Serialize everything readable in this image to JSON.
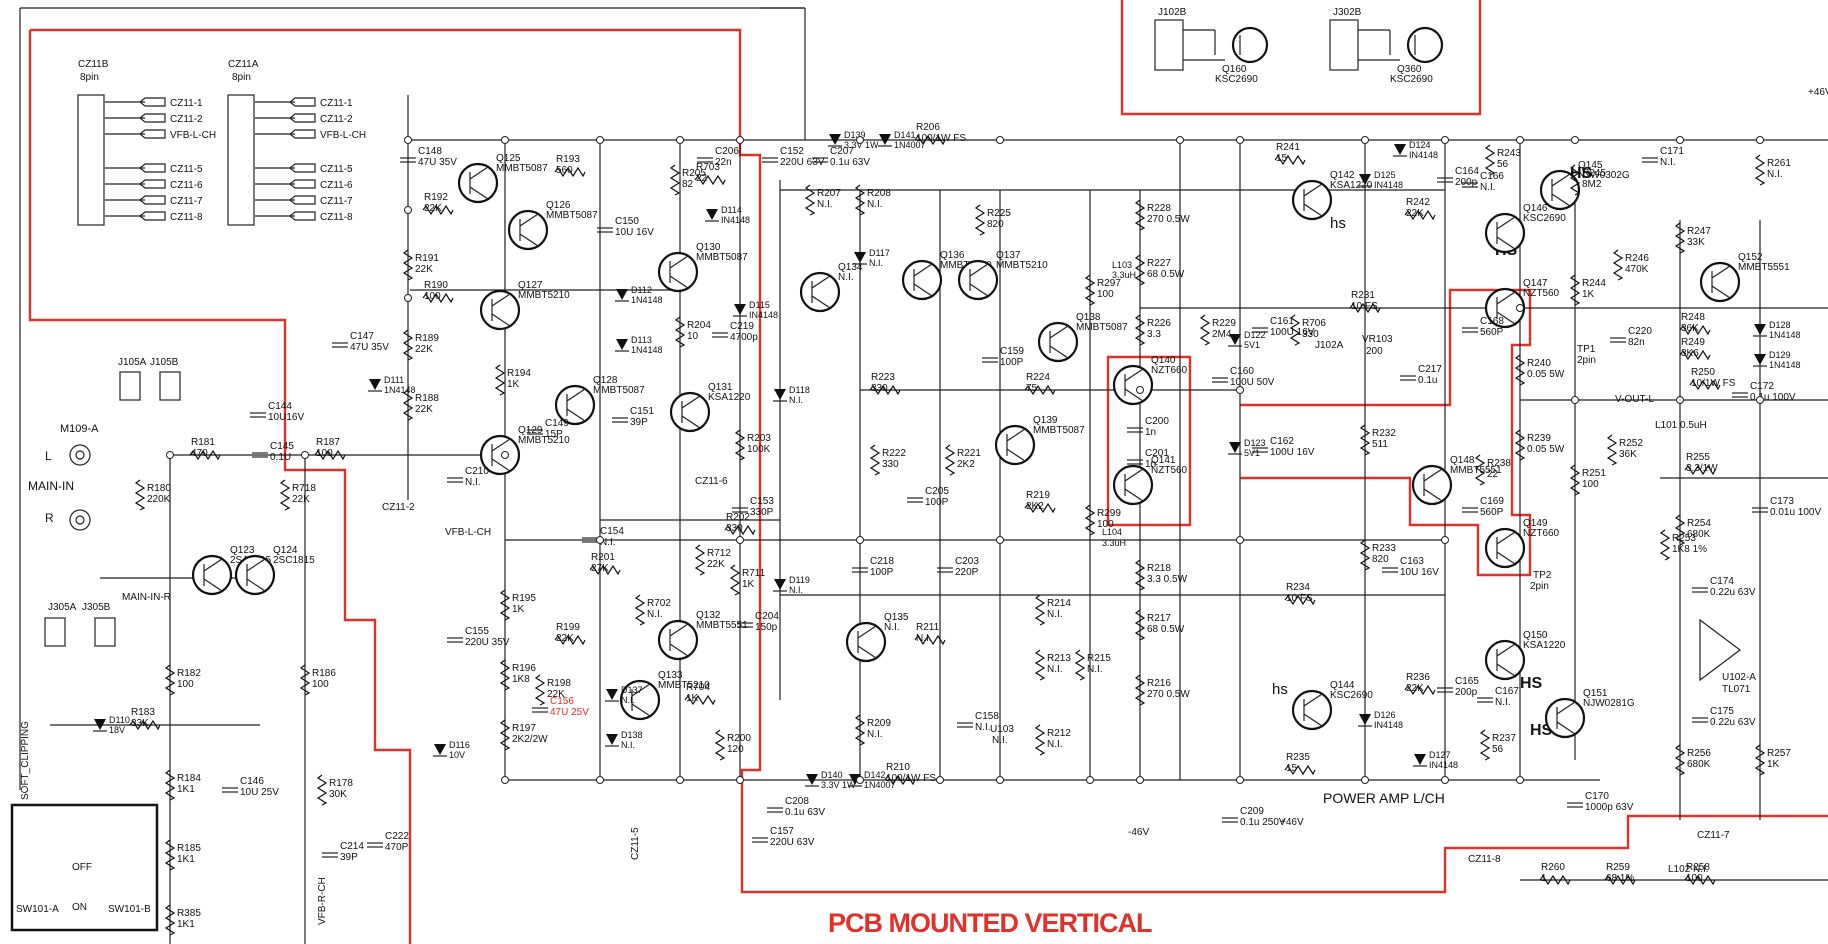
{
  "title": "PCB MOUNTED VERTICAL",
  "section_label": "POWER AMP L/CH",
  "rails": {
    "pos": "+46V",
    "neg": "-46V"
  },
  "colors": {
    "wire": "#222222",
    "highlight": "#e0322b",
    "background": "#ffffff"
  },
  "connectors": {
    "cz11b": {
      "name": "CZ11B",
      "pins": "8pin",
      "nets": [
        "CZ11-1",
        "CZ11-2",
        "VFB-L-CH",
        "CZ11-5",
        "CZ11-6",
        "CZ11-7",
        "CZ11-8"
      ]
    },
    "cz11a": {
      "name": "CZ11A",
      "pins": "8pin",
      "nets": [
        "CZ11-1",
        "CZ11-2",
        "VFB-L-CH",
        "CZ11-5",
        "CZ11-6",
        "CZ11-7",
        "CZ11-8"
      ]
    },
    "j102b": {
      "name": "J102B",
      "transistor": "Q160",
      "part": "KSC2690"
    },
    "j302b": {
      "name": "J302B",
      "transistor": "Q360",
      "part": "KSC2690"
    }
  },
  "transistors": [
    {
      "ref": "Q125",
      "part": "MMBT5087"
    },
    {
      "ref": "Q126",
      "part": "MMBT5087"
    },
    {
      "ref": "Q127",
      "part": "MMBT5210"
    },
    {
      "ref": "Q128",
      "part": "MMBT5087"
    },
    {
      "ref": "Q129",
      "part": "MMBT5210"
    },
    {
      "ref": "Q130",
      "part": "MMBT5087"
    },
    {
      "ref": "Q131",
      "part": "KSA1220"
    },
    {
      "ref": "Q132",
      "part": "MMBT5551"
    },
    {
      "ref": "Q133",
      "part": "MMBT5210"
    },
    {
      "ref": "Q134",
      "part": "N.I."
    },
    {
      "ref": "Q135",
      "part": "N.I."
    },
    {
      "ref": "Q136",
      "part": "MMBT5210"
    },
    {
      "ref": "Q137",
      "part": "MMBT5210"
    },
    {
      "ref": "Q138",
      "part": "MMBT5087"
    },
    {
      "ref": "Q139",
      "part": "MMBT5087"
    },
    {
      "ref": "Q140",
      "part": "NZT660"
    },
    {
      "ref": "Q141",
      "part": "NZT560"
    },
    {
      "ref": "Q142",
      "part": "KSA1220"
    },
    {
      "ref": "Q144",
      "part": "KSC2690"
    },
    {
      "ref": "Q145",
      "part": "NJW0302G"
    },
    {
      "ref": "Q146",
      "part": "KSC2690"
    },
    {
      "ref": "Q147",
      "part": "NZT560"
    },
    {
      "ref": "Q148",
      "part": "MMBT5551"
    },
    {
      "ref": "Q149",
      "part": "NZT660"
    },
    {
      "ref": "Q150",
      "part": "KSA1220"
    },
    {
      "ref": "Q151",
      "part": "NJW0281G"
    },
    {
      "ref": "Q152",
      "part": "MMBT5551"
    },
    {
      "ref": "Q123",
      "part": "2SA1015"
    },
    {
      "ref": "Q124",
      "part": "2SC1815"
    }
  ],
  "resistors": [
    {
      "ref": "R193",
      "value": "560"
    },
    {
      "ref": "R192",
      "value": "22K"
    },
    {
      "ref": "R191",
      "value": "22K"
    },
    {
      "ref": "R190",
      "value": "100"
    },
    {
      "ref": "R189",
      "value": "22K"
    },
    {
      "ref": "R188",
      "value": "22K"
    },
    {
      "ref": "R194",
      "value": "1K"
    },
    {
      "ref": "R181",
      "value": "470"
    },
    {
      "ref": "R180",
      "value": "220K"
    },
    {
      "ref": "R187",
      "value": "100"
    },
    {
      "ref": "R718",
      "value": "22K"
    },
    {
      "ref": "R205",
      "value": "82"
    },
    {
      "ref": "R703",
      "value": "22"
    },
    {
      "ref": "R204",
      "value": "10"
    },
    {
      "ref": "R203",
      "value": "100K"
    },
    {
      "ref": "R206",
      "value": "100/1W FS"
    },
    {
      "ref": "R207",
      "value": "N.I."
    },
    {
      "ref": "R208",
      "value": "N.I."
    },
    {
      "ref": "R225",
      "value": "820"
    },
    {
      "ref": "R228",
      "value": "270 0.5W"
    },
    {
      "ref": "R227",
      "value": "68 0.5W"
    },
    {
      "ref": "R226",
      "value": "3.3"
    },
    {
      "ref": "R223",
      "value": "330"
    },
    {
      "ref": "R222",
      "value": "330"
    },
    {
      "ref": "R224",
      "value": "75"
    },
    {
      "ref": "R221",
      "value": "2K2"
    },
    {
      "ref": "R219",
      "value": "2K2"
    },
    {
      "ref": "R241",
      "value": "15"
    },
    {
      "ref": "R242",
      "value": "22K"
    },
    {
      "ref": "R243",
      "value": "56"
    },
    {
      "ref": "R245",
      "value": "8M2"
    },
    {
      "ref": "R244",
      "value": "1K"
    },
    {
      "ref": "R246",
      "value": "470K"
    },
    {
      "ref": "R247",
      "value": "33K"
    },
    {
      "ref": "R248",
      "value": "36K"
    },
    {
      "ref": "R249",
      "value": "3K6"
    },
    {
      "ref": "R250",
      "value": "10/1W FS"
    },
    {
      "ref": "R261",
      "value": "N.I."
    },
    {
      "ref": "R231",
      "value": "10 FS"
    },
    {
      "ref": "R706",
      "value": "330"
    },
    {
      "ref": "R240",
      "value": "0.05 5W"
    },
    {
      "ref": "R239",
      "value": "0.05 5W"
    },
    {
      "ref": "R232",
      "value": "511"
    },
    {
      "ref": "R233",
      "value": "820"
    },
    {
      "ref": "R238",
      "value": "22"
    },
    {
      "ref": "R234",
      "value": "10 FS"
    },
    {
      "ref": "R218",
      "value": "3.3 0.5W"
    },
    {
      "ref": "R217",
      "value": "68 0.5W"
    },
    {
      "ref": "R216",
      "value": "270 0.5W"
    },
    {
      "ref": "R236",
      "value": "22K"
    },
    {
      "ref": "R235",
      "value": "15"
    },
    {
      "ref": "R237",
      "value": "56"
    },
    {
      "ref": "R251",
      "value": "100"
    },
    {
      "ref": "R252",
      "value": "36K"
    },
    {
      "ref": "R253",
      "value": "1K8 1%"
    },
    {
      "ref": "R255",
      "value": "3.3/1W"
    },
    {
      "ref": "R254",
      "value": "680K"
    },
    {
      "ref": "R256",
      "value": "680K"
    },
    {
      "ref": "R257",
      "value": "1K"
    },
    {
      "ref": "R260",
      "value": "1"
    },
    {
      "ref": "R259",
      "value": "68 1%"
    },
    {
      "ref": "R258",
      "value": "100"
    },
    {
      "ref": "R201",
      "value": "27K"
    },
    {
      "ref": "R202",
      "value": "330"
    },
    {
      "ref": "R712",
      "value": "22K"
    },
    {
      "ref": "R711",
      "value": "1K"
    },
    {
      "ref": "R702",
      "value": "N.I."
    },
    {
      "ref": "R199",
      "value": "22K"
    },
    {
      "ref": "R198",
      "value": "22K"
    },
    {
      "ref": "R195",
      "value": "1K"
    },
    {
      "ref": "R196",
      "value": "1K8"
    },
    {
      "ref": "R197",
      "value": "2K2/2W"
    },
    {
      "ref": "R704",
      "value": "1K"
    },
    {
      "ref": "R200",
      "value": "120"
    },
    {
      "ref": "R211",
      "value": "N.I."
    },
    {
      "ref": "R209",
      "value": "N.I."
    },
    {
      "ref": "R210",
      "value": "100/1W FS"
    },
    {
      "ref": "R214",
      "value": "N.I."
    },
    {
      "ref": "R213",
      "value": "N.I."
    },
    {
      "ref": "R215",
      "value": "N.I."
    },
    {
      "ref": "R212",
      "value": "N.I."
    },
    {
      "ref": "R182",
      "value": "100"
    },
    {
      "ref": "R183",
      "value": "33K"
    },
    {
      "ref": "R184",
      "value": "1K1"
    },
    {
      "ref": "R185",
      "value": "1K1"
    },
    {
      "ref": "R385",
      "value": "1K1"
    },
    {
      "ref": "R186",
      "value": "100"
    },
    {
      "ref": "R178",
      "value": "30K"
    },
    {
      "ref": "R297",
      "value": "100"
    },
    {
      "ref": "R229",
      "value": "2M4"
    },
    {
      "ref": "R299",
      "value": "100"
    }
  ],
  "capacitors": [
    {
      "ref": "C148",
      "value": "47U 35V"
    },
    {
      "ref": "C147",
      "value": "47U 35V"
    },
    {
      "ref": "C144",
      "value": "10U16V"
    },
    {
      "ref": "C145",
      "value": "0.1U"
    },
    {
      "ref": "C150",
      "value": "10U 16V"
    },
    {
      "ref": "C149",
      "value": "15P"
    },
    {
      "ref": "C210",
      "value": "N.I."
    },
    {
      "ref": "C151",
      "value": "39P"
    },
    {
      "ref": "C206",
      "value": "22n"
    },
    {
      "ref": "C152",
      "value": "220U 63V"
    },
    {
      "ref": "C207",
      "value": "0.1u 63V"
    },
    {
      "ref": "C219",
      "value": "4700p"
    },
    {
      "ref": "C153",
      "value": "330P"
    },
    {
      "ref": "C154",
      "value": "N.I."
    },
    {
      "ref": "C155",
      "value": "220U 35V"
    },
    {
      "ref": "C156",
      "value": "47U 25V"
    },
    {
      "ref": "C204",
      "value": "150p"
    },
    {
      "ref": "C218",
      "value": "100P"
    },
    {
      "ref": "C205",
      "value": "100P"
    },
    {
      "ref": "C203",
      "value": "220P"
    },
    {
      "ref": "C159",
      "value": "100P"
    },
    {
      "ref": "C200",
      "value": "1n"
    },
    {
      "ref": "C201",
      "value": "1n"
    },
    {
      "ref": "C160",
      "value": "100U 50V"
    },
    {
      "ref": "C161",
      "value": "100U 16V"
    },
    {
      "ref": "C162",
      "value": "100U 16V"
    },
    {
      "ref": "C164",
      "value": "200p"
    },
    {
      "ref": "C166",
      "value": "N.I."
    },
    {
      "ref": "C168",
      "value": "560P"
    },
    {
      "ref": "C169",
      "value": "560P"
    },
    {
      "ref": "C217",
      "value": "0.1u"
    },
    {
      "ref": "C163",
      "value": "10U 16V"
    },
    {
      "ref": "C165",
      "value": "200p"
    },
    {
      "ref": "C167",
      "value": "N.I."
    },
    {
      "ref": "C171",
      "value": "N.I."
    },
    {
      "ref": "C220",
      "value": "82n"
    },
    {
      "ref": "C172",
      "value": "0.1u 100V"
    },
    {
      "ref": "C173",
      "value": "0.01u 100V"
    },
    {
      "ref": "C174",
      "value": "0.22u 63V"
    },
    {
      "ref": "C175",
      "value": "0.22u 63V"
    },
    {
      "ref": "C170",
      "value": "1000p 63V"
    },
    {
      "ref": "C209",
      "value": "0.1u 250V"
    },
    {
      "ref": "C157",
      "value": "220U 63V"
    },
    {
      "ref": "C208",
      "value": "0.1u 63V"
    },
    {
      "ref": "C158",
      "value": "N.I."
    },
    {
      "ref": "C146",
      "value": "10U 25V"
    },
    {
      "ref": "C214",
      "value": "39P"
    },
    {
      "ref": "C222",
      "value": "470P"
    }
  ],
  "diodes": [
    {
      "ref": "D111",
      "value": "1N4148"
    },
    {
      "ref": "D112",
      "value": "1N4148"
    },
    {
      "ref": "D113",
      "value": "1N4148"
    },
    {
      "ref": "D114",
      "value": "IN4148"
    },
    {
      "ref": "D115",
      "value": "IN4148"
    },
    {
      "ref": "D117",
      "value": "N.I."
    },
    {
      "ref": "D118",
      "value": "N.I."
    },
    {
      "ref": "D119",
      "value": "N.I."
    },
    {
      "ref": "D139",
      "value": "3.3V 1W"
    },
    {
      "ref": "D141",
      "value": "1N4007"
    },
    {
      "ref": "D140",
      "value": "3.3V 1W"
    },
    {
      "ref": "D142",
      "value": "1N4007"
    },
    {
      "ref": "D124",
      "value": "IN4148"
    },
    {
      "ref": "D125",
      "value": "IN4148"
    },
    {
      "ref": "D126",
      "value": "IN4148"
    },
    {
      "ref": "D127",
      "value": "IN4148"
    },
    {
      "ref": "D128",
      "value": "1N4148"
    },
    {
      "ref": "D129",
      "value": "1N4148"
    },
    {
      "ref": "D122",
      "value": "5V1"
    },
    {
      "ref": "D123",
      "value": "5V1"
    },
    {
      "ref": "D116",
      "value": "10V"
    },
    {
      "ref": "D137",
      "value": "N.I."
    },
    {
      "ref": "D138",
      "value": "N.I."
    },
    {
      "ref": "D110",
      "value": "18V"
    }
  ],
  "misc": {
    "input_jack": "M109-A",
    "main_in": "MAIN-IN",
    "jack_l": "L",
    "jack_r": "R",
    "j105": [
      "J105A",
      "J105B"
    ],
    "j305": [
      "J305A",
      "J305B"
    ],
    "main_in_r": "MAIN-IN-R",
    "vfb_l": "VFB-L-CH",
    "vfb_r": "VFB-R-CH",
    "soft_clipping": "SOFT_CLIPPING",
    "switch_a": "SW101-A",
    "switch_b": "SW101-B",
    "sw_off": "OFF",
    "sw_on": "ON",
    "vr103": "VR103",
    "vr103_value": "200",
    "j102a": "J102A",
    "tp1": "TP1",
    "tp1_pins": "2pin",
    "tp2": "TP2",
    "tp2_pins": "2pin",
    "opamp": "U102-A",
    "opamp_part": "TL071",
    "u103": "U103",
    "u103_part": "N.I.",
    "v_out_l": "V-OUT-L",
    "l101": "L101 0.5uH",
    "l102": "L102 N.I.",
    "l103": "L103",
    "l103_value": "3.3uH",
    "l104": "L104",
    "l104_value": "3.3uH",
    "cz11_6": "CZ11-6",
    "cz11_5": "CZ11-5",
    "cz11_2": "CZ11-2",
    "cz11_7": "CZ11-7",
    "cz11_8": "CZ11-8",
    "hs": "HS",
    "hs_lower": "hs"
  }
}
